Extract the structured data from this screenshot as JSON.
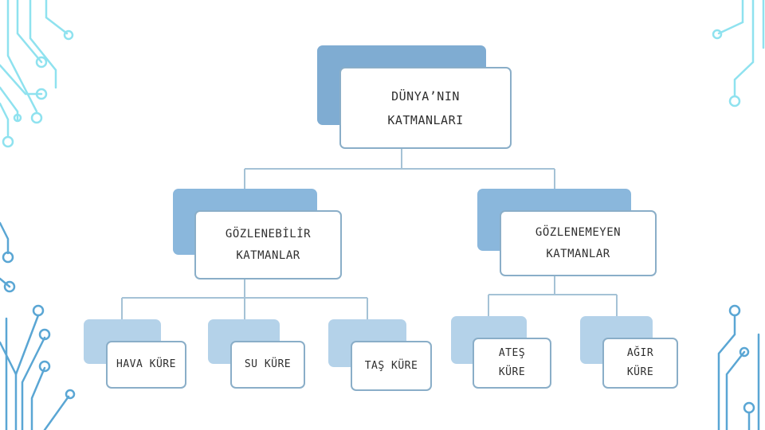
{
  "diagram": {
    "colors": {
      "shadow_dark": "#7facd2",
      "shadow_mid": "#8ab7dc",
      "shadow_light": "#b4d2e9",
      "card_border": "#8aaec8",
      "connector": "#a5c2d6",
      "circuit_cyan": "#8fe2ef",
      "circuit_blue": "#5aa6d4",
      "text": "#2f2f2f"
    },
    "root": {
      "label": "DÜNYA’NIN KATMANLARI"
    },
    "branches": [
      {
        "label": "GÖZLENEBİLİR KATMANLAR",
        "children": [
          {
            "label": "HAVA KÜRE"
          },
          {
            "label": "SU KÜRE"
          },
          {
            "label": "TAŞ KÜRE"
          }
        ]
      },
      {
        "label": "GÖZLENEMEYEN KATMANLAR",
        "children": [
          {
            "label": "ATEŞ KÜRE"
          },
          {
            "label": "AĞIR KÜRE"
          }
        ]
      }
    ],
    "decorations": [
      "circuit-lines-top-left",
      "circuit-lines-top-right",
      "circuit-lines-bottom-left",
      "circuit-lines-bottom-right"
    ]
  }
}
